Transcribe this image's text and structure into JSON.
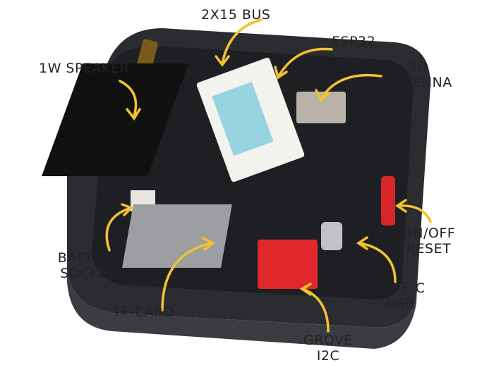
{
  "labels": {
    "bus": "2X15 BUS",
    "esp32": "ESP32",
    "antenna_1": "3D",
    "antenna_2": "ANTENNA",
    "speaker": "1W SPEAKER",
    "battery_1": "BATTERY",
    "battery_2": "SOCKET",
    "tfcard": "TF-CARD",
    "onoff_1": "ON/OFF",
    "onoff_2": "RESET",
    "typec_1": "TYPE-C",
    "typec_2": "USB",
    "grove_1": "GROVE",
    "grove_2": "I2C"
  },
  "colors": {
    "arrow": "#f2c230",
    "case": "#2a2c30",
    "pcb": "#1d1f22",
    "button": "#d8262b",
    "grove": "#e0282c"
  }
}
